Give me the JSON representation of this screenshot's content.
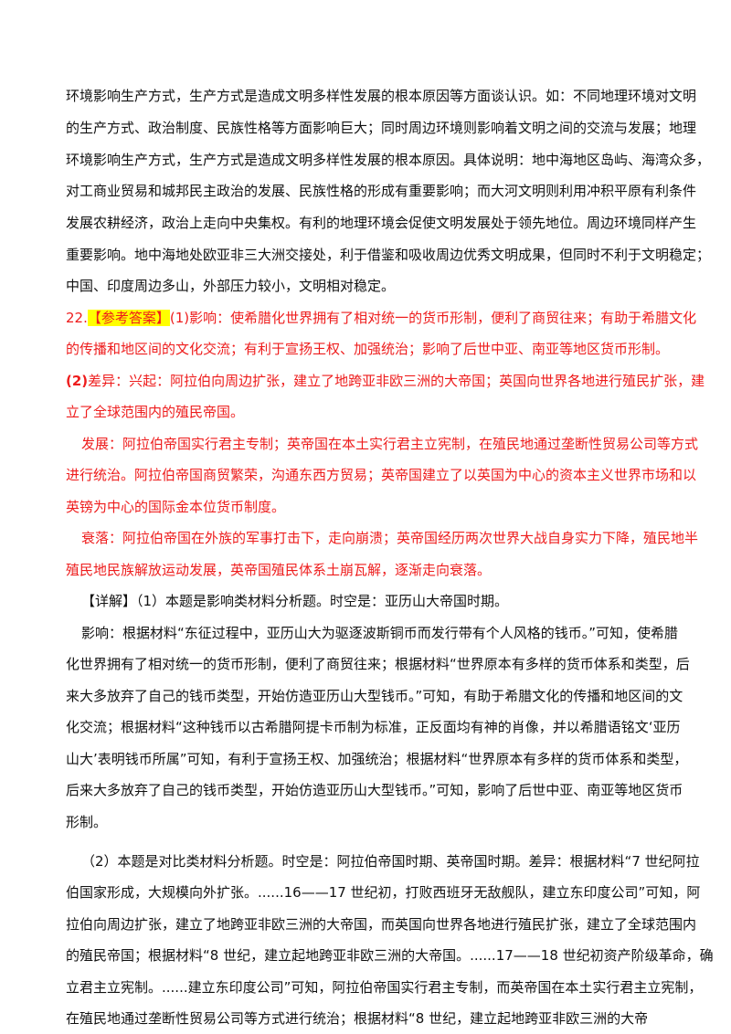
{
  "section1": {
    "lines": [
      "环境影响生产方式，生产方式是造成文明多样性发展的根本原因等方面谈认识。如：不同地理环境对文明",
      "的生产方式、政治制度、民族性格等方面影响巨大；同时周边环境则影响着文明之间的交流与发展；地理",
      "环境影响生产方式，生产方式是造成文明多样性发展的根本原因。具体说明：地中海地区岛屿、海湾众多，",
      "对工商业贸易和城邦民主政治的发展、民族性格的形成有重要影响；而大河文明则利用冲积平原有利条件",
      "发展农耕经济，政治上走向中央集权。有利的地理环境会促使文明发展处于领先地位。周边环境同样产生",
      "重要影响。地中海地处欧亚非三大洲交接处，利于借鉴和吸收周边优秀文明成果，但同时不利于文明稳定；",
      "中国、印度周边多山，外部压力较小，文明相对稳定。"
    ]
  },
  "answer22": {
    "number": "22.",
    "tag": "【参考答案】",
    "line1_rest": "(1)影响：使希腊化世界拥有了相对统一的货币形制，便利了商贸往来；有助于希腊文化",
    "line2": "的传播和地区间的文化交流；有利于宣扬王权、加强统治；影响了后世中亚、南亚等地区货币形制。",
    "diff_label": "(2)",
    "diff_line1": "差异：兴起：阿拉伯向周边扩张，建立了地跨亚非欧三洲的大帝国；英国向世界各地进行殖民扩张，建",
    "diff_line2": "立了全球范围内的殖民帝国。",
    "dev_lines": [
      "发展：阿拉伯帝国实行君主专制；英帝国在本土实行君主立宪制，在殖民地通过垄断性贸易公司等方式",
      "进行统治。阿拉伯帝国商贸繁荣，沟通东西方贸易；英帝国建立了以英国为中心的资本主义世界市场和以",
      "英镑为中心的国际金本位货币制度。"
    ],
    "decline_lines": [
      "衰落：阿拉伯帝国在外族的军事打击下，走向崩溃；英帝国经历两次世界大战自身实力下降，殖民地半",
      "殖民地民族解放运动发展，英帝国殖民体系土崩瓦解，逐渐走向衰落。"
    ]
  },
  "detail": {
    "lines": [
      "【详解】（1）本题是影响类材料分析题。时空是：亚历山大帝国时期。",
      "影响：根据材料“东征过程中，亚历山大为驱逐波斯铜币而发行带有个人风格的钱币。”可知，使希腊",
      "化世界拥有了相对统一的货币形制，便利了商贸往来；根据材料“世界原本有多样的货币体系和类型，后",
      "来大多放弃了自己的钱币类型，开始仿造亚历山大型钱币。”可知，有助于希腊文化的传播和地区间的文",
      "化交流；根据材料“这种钱币以古希腊阿提卡币制为标准，正反面均有神的肖像，并以希腊语铭文‘亚历",
      "山大’表明钱币所属”可知，有利于宣扬王权、加强统治；根据材料“世界原本有多样的货币体系和类型，",
      "后来大多放弃了自己的钱币类型，开始仿造亚历山大型钱币。”可知，影响了后世中亚、南亚等地区货币",
      "形制。"
    ],
    "part2_lines": [
      "（2）本题是对比类材料分析题。时空是：阿拉伯帝国时期、英帝国时期。差异：根据材料“7 世纪阿拉",
      "伯国家形成，大规模向外扩张。......16——17 世纪初，打败西班牙无敌舰队，建立东印度公司”可知，阿",
      "拉伯向周边扩张，建立了地跨亚非欧三洲的大帝国，而英国向世界各地进行殖民扩张，建立了全球范围内",
      "的殖民帝国；根据材料“8 世纪，建立起地跨亚非欧三洲的大帝国。......17——18 世纪初资产阶级革命，确",
      "立君主立宪制。......建立东印度公司”可知，阿拉伯帝国实行君主专制，而英帝国在本土实行君主立宪制，",
      "在殖民地通过垄断性贸易公司等方式进行统治；根据材料“8 世纪，建立起地跨亚非欧三洲的大帝"
    ]
  }
}
